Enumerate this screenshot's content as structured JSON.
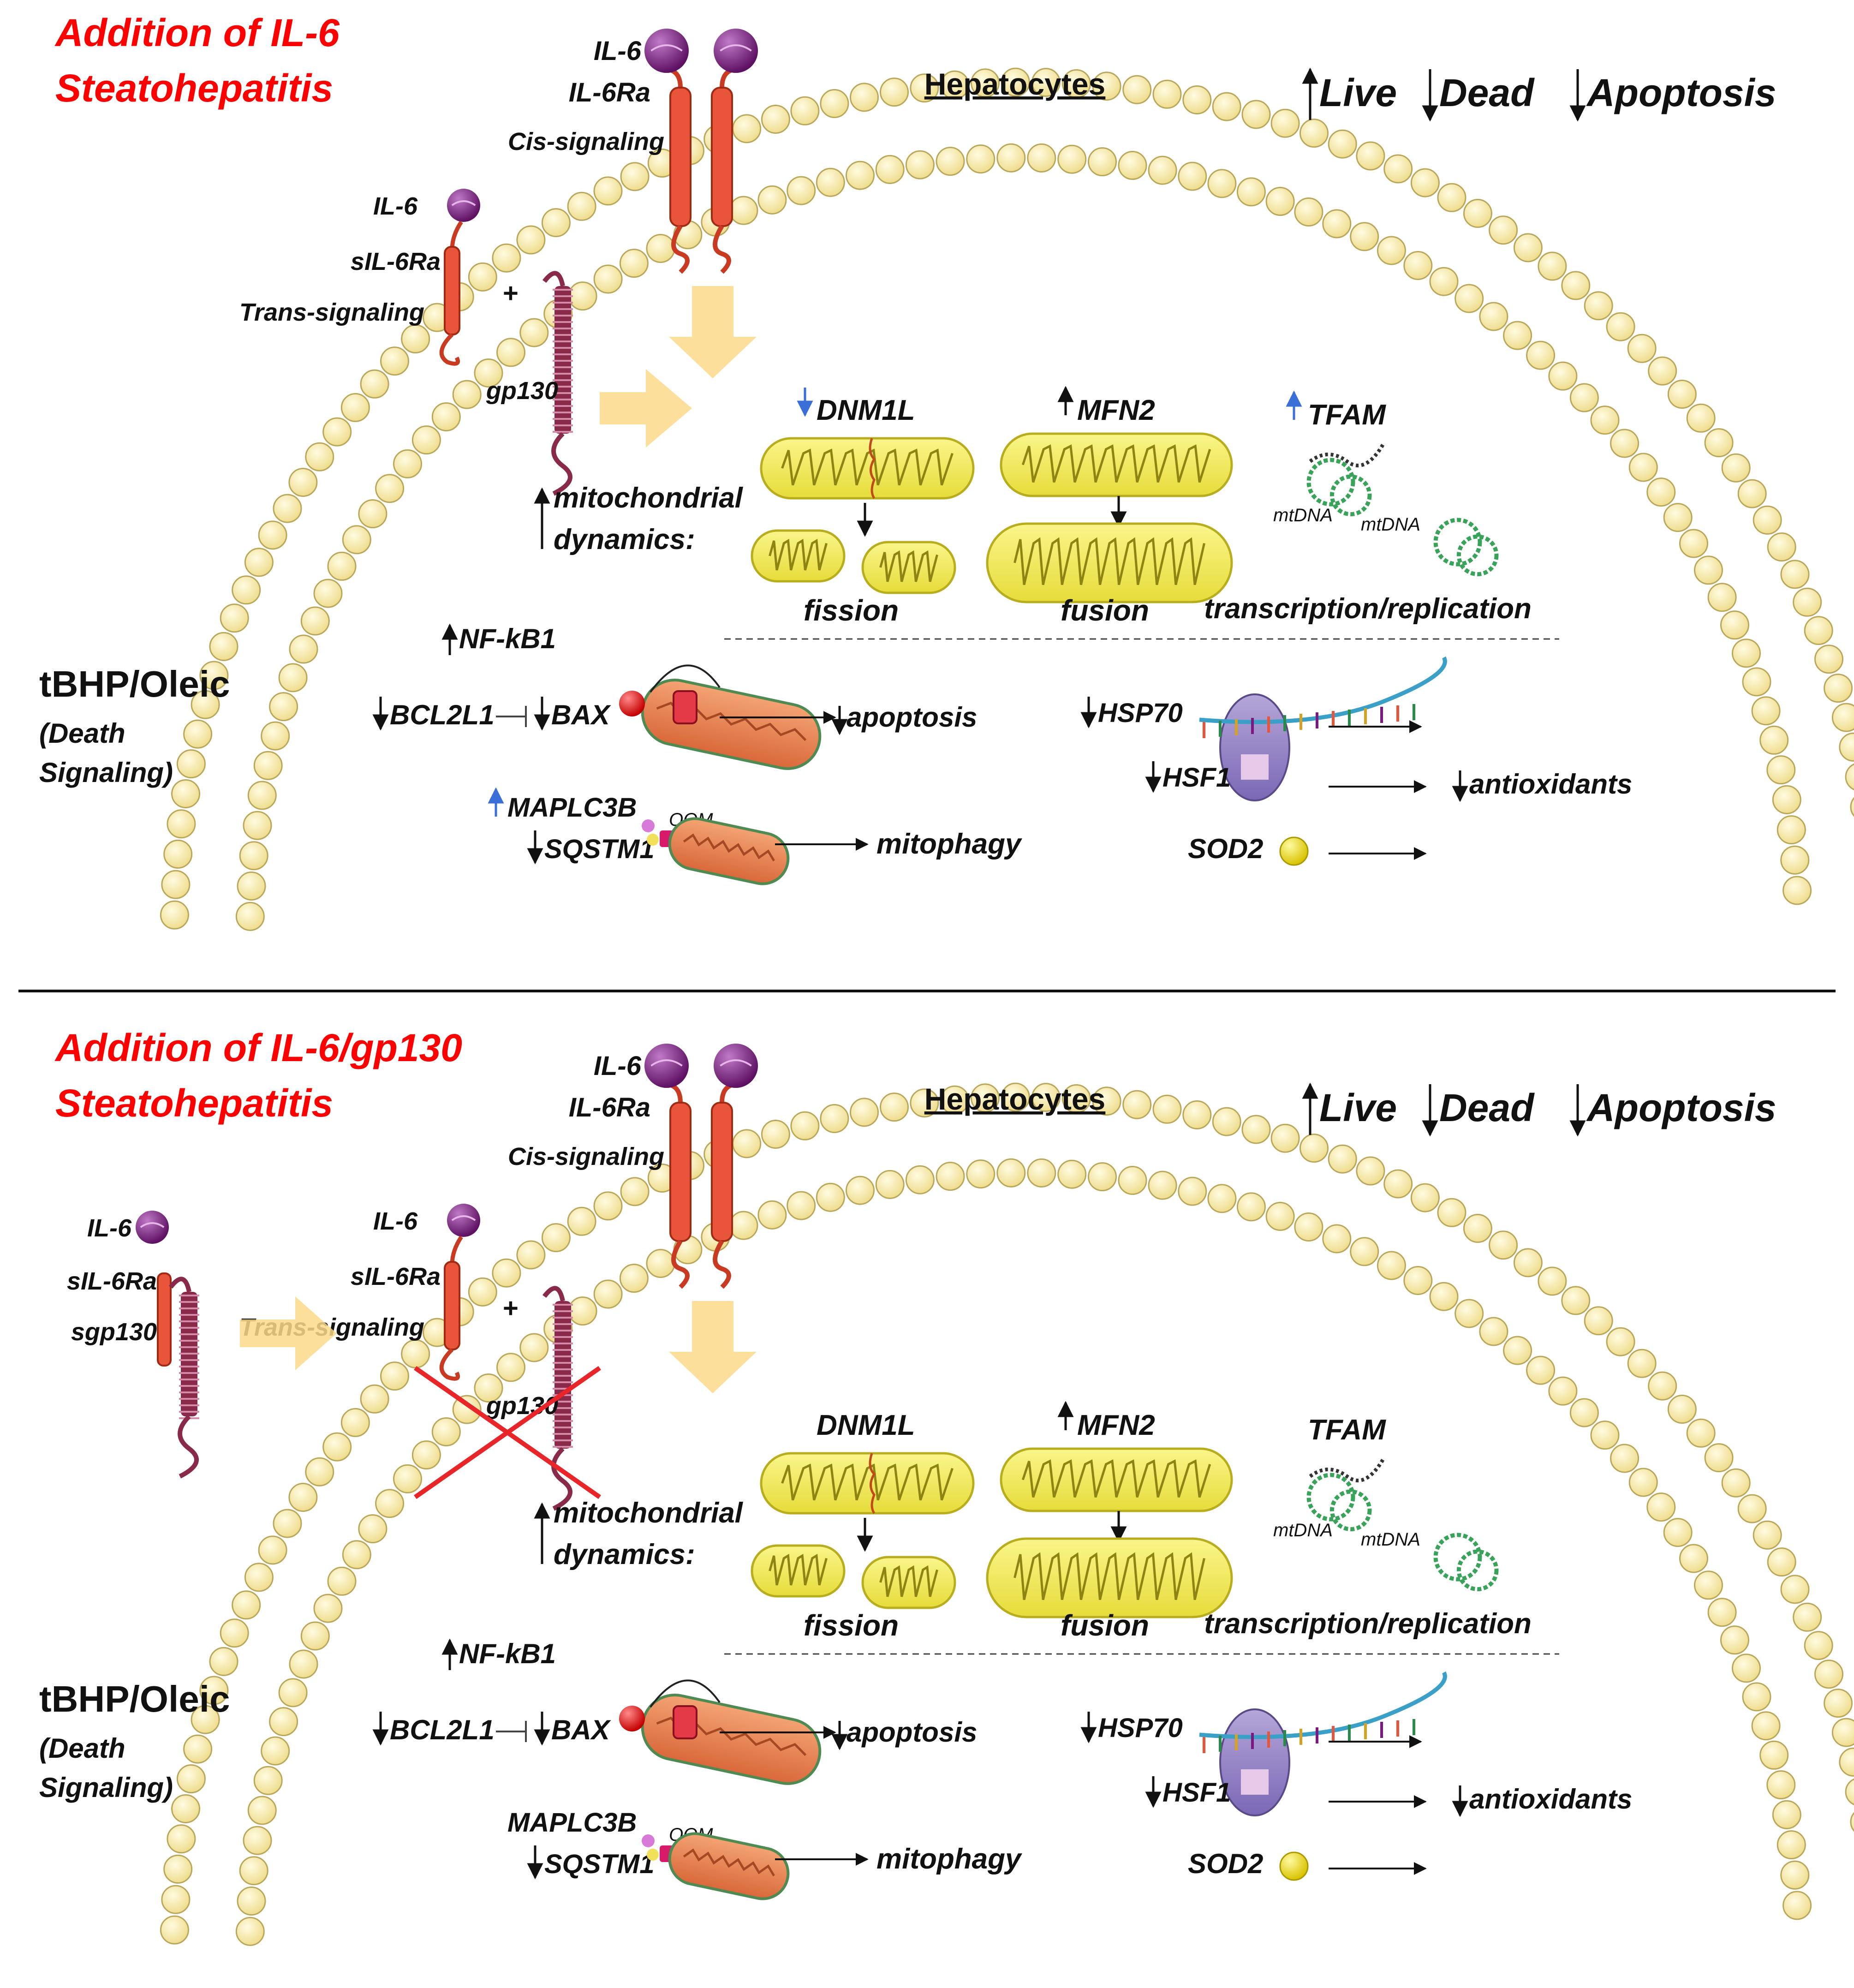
{
  "colors": {
    "title_red": "#ff0000",
    "cytoplasm": "#fdf3e2",
    "membrane_bead": "#faf0b4",
    "membrane_band": "#c9dcec",
    "receptor_orange": "#e8553a",
    "ligand_purple": "#7a1a7f",
    "mitochondria_yellow": "#f2ec6a",
    "mitochondria_orange": "#e88a5a",
    "mtdna_green": "#3aa35a",
    "up_arrow_blue": "#3a6fd8",
    "block_cross_red": "#e8262a"
  },
  "panels": [
    {
      "title_line1": "Addition of IL-6",
      "title_line2": "Steatohepatitis",
      "cell_label": "Hepatocytes",
      "outcome_live": "Live",
      "outcome_dead": "Dead",
      "outcome_apoptosis": "Apoptosis",
      "membrane_ligand": "IL-6",
      "membrane_receptor": "IL-6Ra",
      "cis_label": "Cis-signaling",
      "soluble_ligand": "IL-6",
      "soluble_receptor": "sIL-6Ra",
      "trans_label": "Trans-signaling",
      "plus": "+",
      "gp130": "gp130",
      "sgp130_ligand": "",
      "sgp130_receptor": "",
      "sgp130": "",
      "trans_blocked": false,
      "mito_dynamics_1": "mitochondrial",
      "mito_dynamics_2": "dynamics:",
      "dnm1l": "DNM1L",
      "dnm1l_arrow": "down-blue",
      "mfn2": "MFN2",
      "mfn2_arrow": "up-black",
      "tfam": "TFAM",
      "tfam_arrow": "up-blue",
      "mtdna_a": "mtDNA",
      "mtdna_b": "mtDNA",
      "fission": "fission",
      "fusion": "fusion",
      "transcription": "transcription/replication",
      "death_1": "tBHP/Oleic",
      "death_2": "(Death",
      "death_3": "Signaling)",
      "nfkb1": "NF-kB1",
      "bcl2l1": "BCL2L1",
      "bax": "BAX",
      "apoptosis": "apoptosis",
      "hsp70": "HSP70",
      "hsf1": "HSF1",
      "antioxidants": "antioxidants",
      "maplc3b": "MAPLC3B",
      "maplc3b_arrow": "up-blue",
      "oom": "OOM",
      "sqstm1": "SQSTM1",
      "mitophagy": "mitophagy",
      "sod2": "SOD2"
    },
    {
      "title_line1": "Addition of IL-6/gp130",
      "title_line2": "Steatohepatitis",
      "cell_label": "Hepatocytes",
      "outcome_live": "Live",
      "outcome_dead": "Dead",
      "outcome_apoptosis": "Apoptosis",
      "membrane_ligand": "IL-6",
      "membrane_receptor": "IL-6Ra",
      "cis_label": "Cis-signaling",
      "soluble_ligand": "IL-6",
      "soluble_receptor": "sIL-6Ra",
      "trans_label": "Trans-signaling",
      "plus": "+",
      "gp130": "gp130",
      "sgp130_ligand": "IL-6",
      "sgp130_receptor": "sIL-6Ra",
      "sgp130": "sgp130",
      "trans_blocked": true,
      "mito_dynamics_1": "mitochondrial",
      "mito_dynamics_2": "dynamics:",
      "dnm1l": "DNM1L",
      "dnm1l_arrow": "none",
      "mfn2": "MFN2",
      "mfn2_arrow": "up-black",
      "tfam": "TFAM",
      "tfam_arrow": "none",
      "mtdna_a": "mtDNA",
      "mtdna_b": "mtDNA",
      "fission": "fission",
      "fusion": "fusion",
      "transcription": "transcription/replication",
      "death_1": "tBHP/Oleic",
      "death_2": "(Death",
      "death_3": "Signaling)",
      "nfkb1": "NF-kB1",
      "bcl2l1": "BCL2L1",
      "bax": "BAX",
      "apoptosis": "apoptosis",
      "hsp70": "HSP70",
      "hsf1": "HSF1",
      "antioxidants": "antioxidants",
      "maplc3b": "MAPLC3B",
      "maplc3b_arrow": "none",
      "oom": "OOM",
      "sqstm1": "SQSTM1",
      "mitophagy": "mitophagy",
      "sod2": "SOD2"
    }
  ]
}
